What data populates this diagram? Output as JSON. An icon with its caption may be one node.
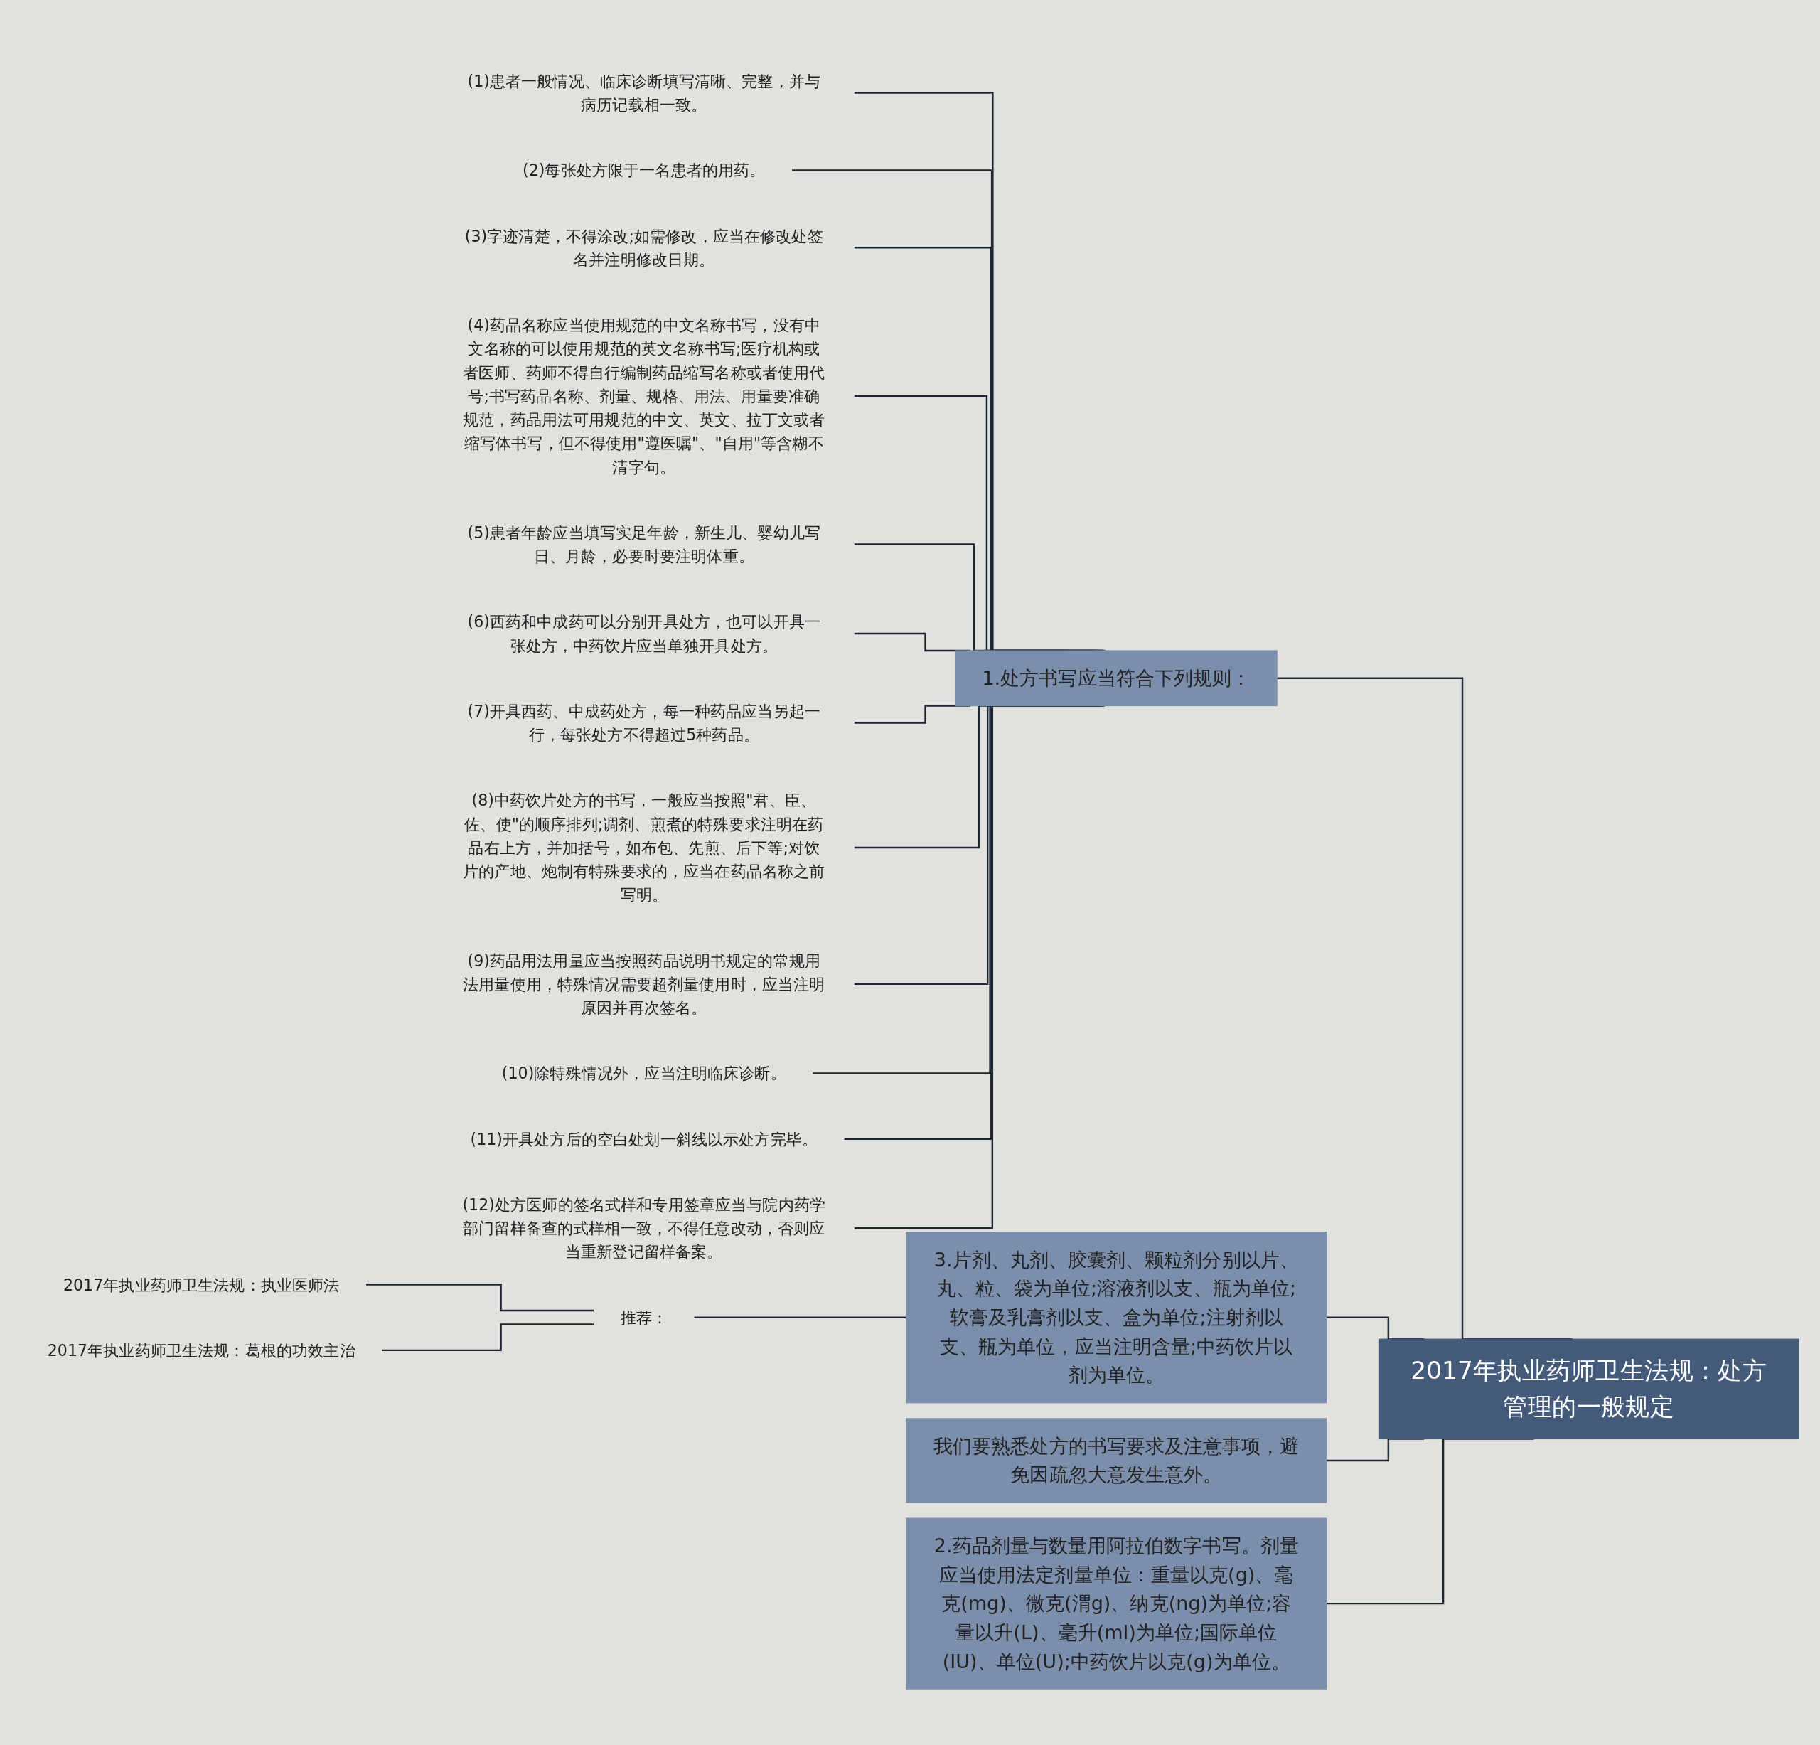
{
  "diagram": {
    "nodes": [
      {
        "text": [
          "2017年执业药师卫生法规：处方管理的一般规定"
        ]
      },
      {
        "text": [
          "1.处方书写应当符合下列规则："
        ]
      },
      {
        "text": [
          "(1)患者一般情况、临床诊断填写清晰、完整，并与病历记载相一致。"
        ]
      },
      {
        "text": [
          "(2)每张处方限于一名患者的用药。"
        ]
      },
      {
        "text": [
          "(3)字迹清楚，不得涂改;如需修改，应当在修改处签名并注明修改日期。"
        ]
      },
      {
        "text": [
          "(4)药品名称应当使用规范的中文名称书写，没有中文名称的可以使用规范的英文名称书写;医疗机构或者医师、药师不得自行编制药品缩写名称或者使用代号;书写药品名称、剂量、规格、用法、用量要准确规范，药品用法可用规范的中文、英文、拉丁文或者缩写体书写，但不得使用\"遵医嘱\"、\"自用\"等含糊不清字句。"
        ]
      },
      {
        "text": [
          "(5)患者年龄应当填写实足年龄，新生儿、婴幼儿写日、月龄，必要时要注明体重。"
        ]
      },
      {
        "text": [
          "(6)西药和中成药可以分别开具处方，也可以开具一张处方，中药饮片应当单独开具处方。"
        ]
      },
      {
        "text": [
          "(7)开具西药、中成药处方，每一种药品应当另起一行，每张处方不得超过5种药品。"
        ]
      },
      {
        "text": [
          "(8)中药饮片处方的书写，一般应当按照\"君、臣、佐、使\"的顺序排列;调剂、煎煮的特殊要求注明在药品右上方，并加括号，如布包、先煎、后下等;对饮片的产地、炮制有特殊要求的，应当在药品名称之前写明。"
        ]
      },
      {
        "text": [
          "(9)药品用法用量应当按照药品说明书规定的常规用法用量使用，特殊情况需要超剂量使用时，应当注明原因并再次签名。"
        ]
      },
      {
        "text": [
          "(10)除特殊情况外，应当注明临床诊断。"
        ]
      },
      {
        "text": [
          "(11)开具处方后的空白处划一斜线以示处方完毕。"
        ]
      },
      {
        "text": [
          "(12)处方医师的签名式样和专用签章应当与院内药学部门留样备查的式样相一致，不得任意改动，否则应当重新登记留样备案。"
        ]
      },
      {
        "text": [
          "3.片剂、丸剂、胶囊剂、颗粒剂分别以片、丸、粒、袋为单位;溶液剂以支、瓶为单位;软膏及乳膏剂以支、盒为单位;注射剂以支、瓶为单位，应当注明含量;中药饮片以剂为单位。"
        ]
      },
      {
        "text": [
          "推荐："
        ]
      },
      {
        "text": [
          "2017年执业药师卫生法规：执业医师法"
        ]
      },
      {
        "text": [
          "2017年执业药师卫生法规：葛根的功效主治"
        ]
      },
      {
        "text": [
          "我们要熟悉处方的书写要求及注意事项，避免因疏忽大意发生意外。"
        ]
      },
      {
        "text": [
          "2.药品剂量与数量用阿拉伯数字书写。剂量应当使用法定剂量单位：重量以克(g)、毫克(mg)、微克(渭g)、纳克(ng)为单位;容量以升(L)、毫升(ml)为单位;国际单位(IU)、单位(U);中药饮片以克(g)为单位。"
        ]
      }
    ],
    "edges": [
      {
        "from": 0,
        "to": 1,
        "arrow": "none"
      },
      {
        "from": 1,
        "to": 2,
        "arrow": "none"
      },
      {
        "from": 1,
        "to": 3,
        "arrow": "none"
      },
      {
        "from": 1,
        "to": 4,
        "arrow": "none"
      },
      {
        "from": 1,
        "to": 5,
        "arrow": "none"
      },
      {
        "from": 1,
        "to": 6,
        "arrow": "none"
      },
      {
        "from": 1,
        "to": 7,
        "arrow": "none"
      },
      {
        "from": 1,
        "to": 8,
        "arrow": "none"
      },
      {
        "from": 1,
        "to": 9,
        "arrow": "none"
      },
      {
        "from": 1,
        "to": 10,
        "arrow": "none"
      },
      {
        "from": 1,
        "to": 11,
        "arrow": "none"
      },
      {
        "from": 1,
        "to": 12,
        "arrow": "none"
      },
      {
        "from": 1,
        "to": 13,
        "arrow": "none"
      },
      {
        "from": 0,
        "to": 14,
        "arrow": "none"
      },
      {
        "from": 14,
        "to": 15,
        "arrow": "none"
      },
      {
        "from": 15,
        "to": 16,
        "arrow": "none"
      },
      {
        "from": 15,
        "to": 17,
        "arrow": "none"
      },
      {
        "from": 0,
        "to": 18,
        "arrow": "none"
      },
      {
        "from": 0,
        "to": 19,
        "arrow": "none"
      }
    ]
  }
}
